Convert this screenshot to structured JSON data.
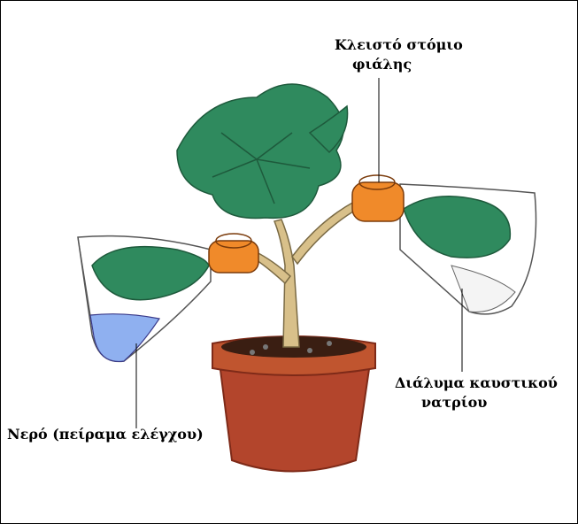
{
  "labels": {
    "closed_mouth": [
      "Κλειστό στόμιο",
      "φιάλης"
    ],
    "caustic_soda": [
      "Διάλυμα καυστικού",
      "νατρίου"
    ],
    "water_control": "Νερό (πείραμα ελέγχου)"
  },
  "colors": {
    "leaf": "#2f8a5e",
    "leaf_dark": "#1e5a3c",
    "pot": "#b3452c",
    "pot_dark": "#7e2a18",
    "stem": "#d8c08a",
    "stopper": "#f08a2a",
    "water": "#8fb0f0",
    "soil": "#3a1e12"
  }
}
